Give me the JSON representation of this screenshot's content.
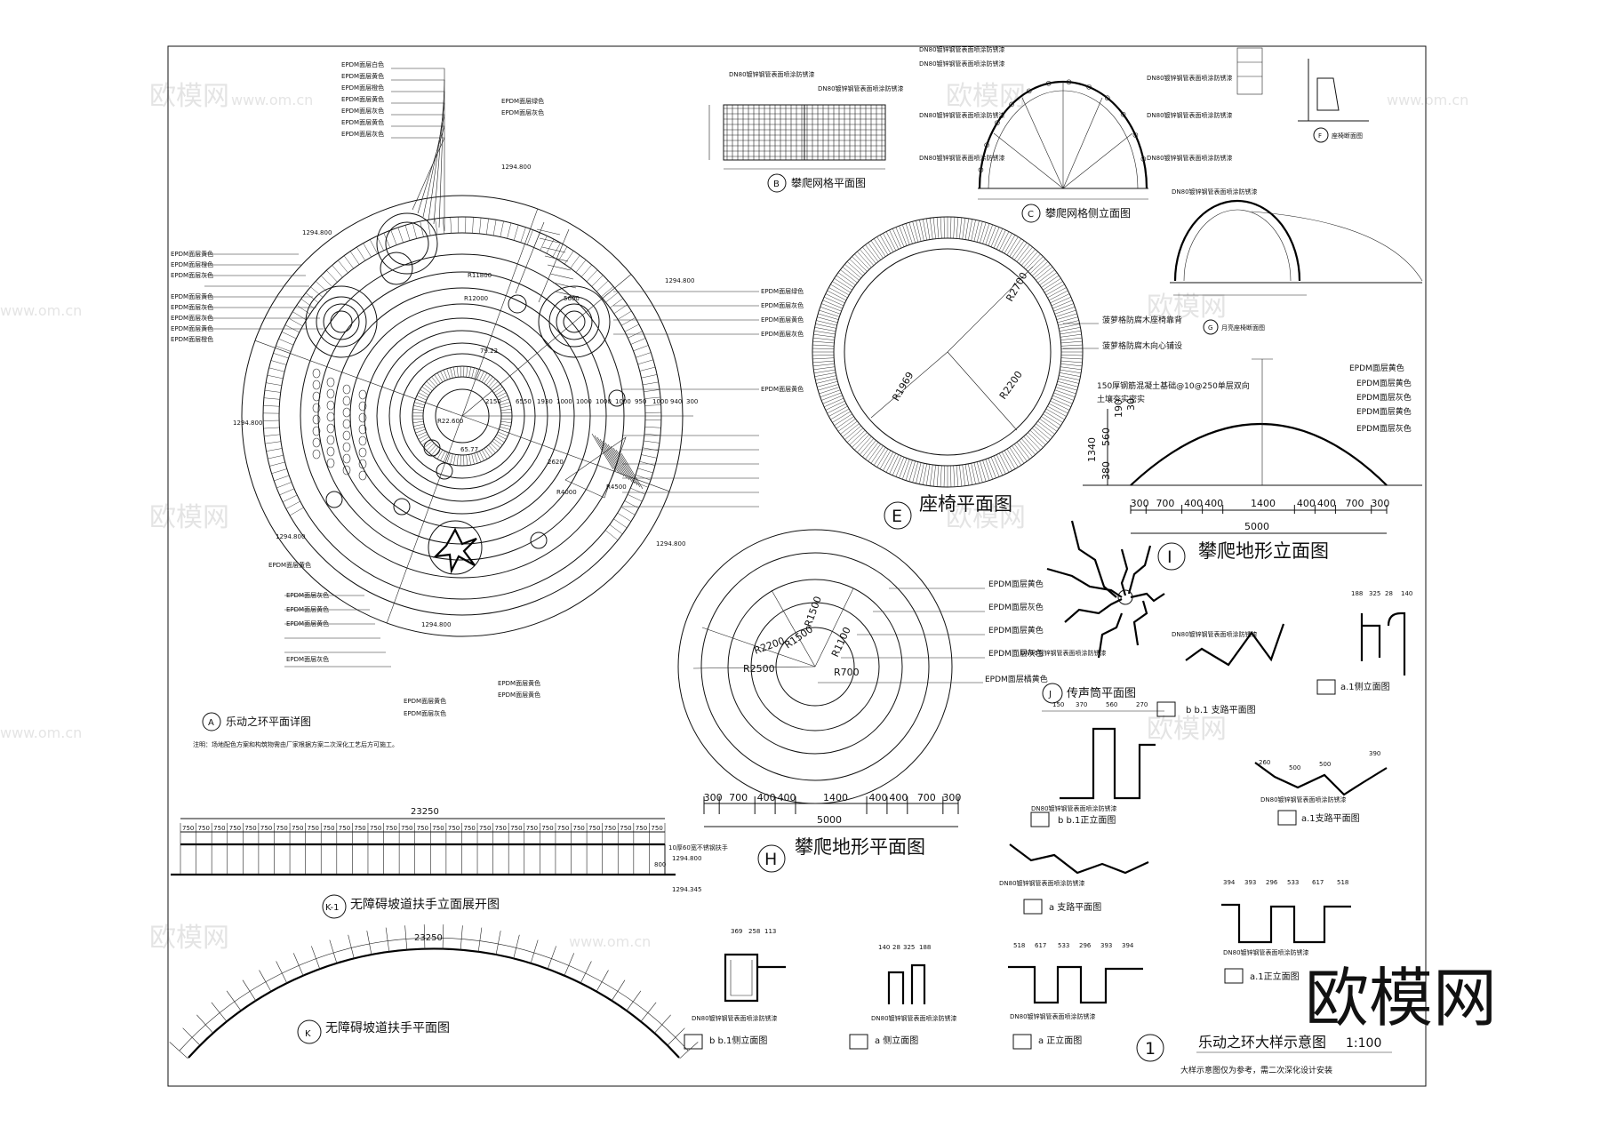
{
  "brand": {
    "watermark": "欧模网",
    "site": "www.om.cn"
  },
  "views": {
    "A": {
      "letter": "A",
      "title": "乐动之环平面详图",
      "note": "注明：场地配色方案和构筑物需由厂家根据方案二次深化工艺后方可施工。"
    },
    "B": {
      "letter": "B",
      "title": "攀爬网格平面图"
    },
    "C": {
      "letter": "C",
      "title": "攀爬网格侧立面图"
    },
    "E": {
      "letter": "E",
      "title": "座椅平面图",
      "radii": [
        "R2700",
        "R1969",
        "R2200"
      ],
      "notes": [
        "菠萝格防腐木座椅靠背",
        "菠萝格防腐木向心铺设"
      ]
    },
    "F": {
      "letter": "F",
      "title": "座椅断面图"
    },
    "G": {
      "letter": "G",
      "title": "月亮座椅断面图"
    },
    "H": {
      "letter": "H",
      "title": "攀爬地形平面图",
      "radii": [
        "R1500",
        "R1100",
        "R2200",
        "R700",
        "R2500"
      ],
      "dims": [
        "300",
        "700",
        "400",
        "400",
        "1400",
        "400",
        "400",
        "700",
        "300"
      ],
      "total": "5000"
    },
    "I": {
      "letter": "I",
      "title": "攀爬地形立面图",
      "dims": [
        "300",
        "700",
        "400",
        "400",
        "1400",
        "400",
        "400",
        "700",
        "300"
      ],
      "total": "5000",
      "heights": [
        "1340",
        "560",
        "380",
        "190",
        "30"
      ],
      "notes": [
        "150厚钢筋混凝土基础@10@250单层双向",
        "土壤夯实密实"
      ]
    },
    "J": {
      "letter": "J",
      "title": "传声筒平面图"
    },
    "K1": {
      "letter": "K-1",
      "title": "无障碍坡道扶手立面展开图",
      "total": "23250",
      "elev": [
        "1294.800",
        "1294.345"
      ],
      "height": "800",
      "note": "10厚60宽不锈钢扶手"
    },
    "K": {
      "letter": "K",
      "title": "无障碍坡道扶手平面图",
      "total": "23250"
    },
    "detail": {
      "number": "1",
      "title": "乐动之环大样示意图",
      "scale": "1:100",
      "note": "大样示意图仅为参考，需二次深化设计安装"
    }
  },
  "epdm": {
    "top_list": [
      "EPDM面层白色",
      "EPDM面层黄色",
      "EPDM面层橙色",
      "EPDM面层黄色",
      "EPDM面层灰色",
      "EPDM面层黄色",
      "EPDM面层灰色",
      "EPDM面层绿色",
      "EPDM面层灰色",
      "EPDM面层橙色"
    ],
    "right_list": [
      "EPDM面层绿色",
      "EPDM面层灰色",
      "EPDM面层黄色",
      "EPDM面层灰色",
      "EPDM面层黄色"
    ],
    "h_list": [
      "EPDM面层黄色",
      "EPDM面层灰色",
      "EPDM面层黄色",
      "EPDM面层灰色",
      "EPDM面层橘黄色"
    ],
    "i_list": [
      "EPDM面层黄色",
      "EPDM面层黄色",
      "EPDM面层灰色",
      "EPDM面层黄色",
      "EPDM面层灰色"
    ],
    "bottom_list": [
      "EPDM面层黄色",
      "EPDM面层灰色",
      "EPDM面层黄色"
    ]
  },
  "a_plan": {
    "elevations": [
      "1294.800",
      "1294.800",
      "1294.800",
      "1294.800",
      "1294.800",
      "1294.800"
    ],
    "radii": [
      "R11800",
      "R12000",
      "R4000",
      "R4500"
    ],
    "ring_dims": [
      "2150",
      "6550",
      "1930",
      "1000",
      "1000",
      "1000",
      "1000",
      "950",
      "1000",
      "940",
      "300"
    ],
    "misc": [
      "79.22",
      "65.77",
      "2620",
      "R22.600",
      "5600"
    ]
  },
  "details": {
    "hh": "b  b.1 支路平面图",
    "hh_side": "a.1侧立面图",
    "b1_front": "b  b.1正立面图",
    "a1_branch": "a.1支路平面图",
    "a_branch": "a  支路平面图",
    "a1_front": "a.1正立面图",
    "b1_side": "b  b.1侧立面图",
    "a_side": "a  侧立面图",
    "a_front": "a  正立面图",
    "pipe": "DN80镀锌钢管表面喷涂防锈漆",
    "dims_hh_side": [
      "188",
      "325",
      "28",
      "140"
    ],
    "dims_b1_front": [
      "150",
      "370",
      "560",
      "270"
    ],
    "dims_a1_branch": [
      "260",
      "500",
      "500",
      "390"
    ],
    "dims_a1_front": [
      "394",
      "393",
      "296",
      "533",
      "617",
      "518"
    ],
    "dims_b1_side": [
      "369",
      "258",
      "113"
    ],
    "dims_a_side": [
      "140",
      "28",
      "325",
      "188"
    ],
    "dims_a_front": [
      "518",
      "617",
      "533",
      "296",
      "393",
      "394"
    ]
  }
}
